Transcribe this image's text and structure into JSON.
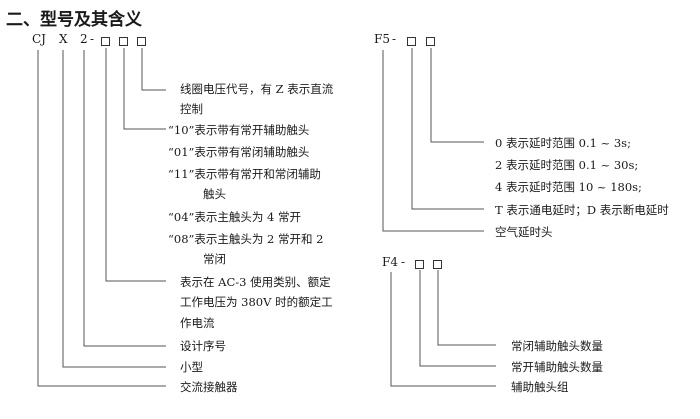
{
  "title": "二、型号及其含义",
  "left": {
    "codes": [
      "CJ",
      "X",
      "2",
      "-"
    ],
    "desc": {
      "coil_1": "线圈电压代号，有 Z 表示直流",
      "coil_2": "控制",
      "aux_10": "“10”表示带有常开辅助触头",
      "aux_01": "“01”表示带有常闭辅助触头",
      "aux_11a": "“11”表示带有常开和常闭辅助",
      "aux_11b": "触头",
      "main_04": "“04”表示主触头为 4 常开",
      "main_08a": "“08”表示主触头为 2 常开和 2",
      "main_08b": "常闭",
      "ac3_1": "表示在 AC-3 使用类别、额定",
      "ac3_2": "工作电压为 380V 时的额定工",
      "ac3_3": "作电流",
      "design": "设计序号",
      "small": "小型",
      "contactor": "交流接触器"
    }
  },
  "f5": {
    "code": "F5",
    "dash": "-",
    "desc": {
      "r0": "0 表示延时范围 0.1 ~ 3s;",
      "r2": "2 表示延时范围 0.1 ~ 30s;",
      "r4": "4 表示延时范围 10 ~ 180s;",
      "type": "T 表示通电延时；D 表示断电延时",
      "head": "空气延时头"
    }
  },
  "f4": {
    "code": "F4",
    "dash": "-",
    "desc": {
      "nc": "常闭辅助触头数量",
      "no": "常开辅助触头数量",
      "group": "辅助触头组"
    }
  }
}
